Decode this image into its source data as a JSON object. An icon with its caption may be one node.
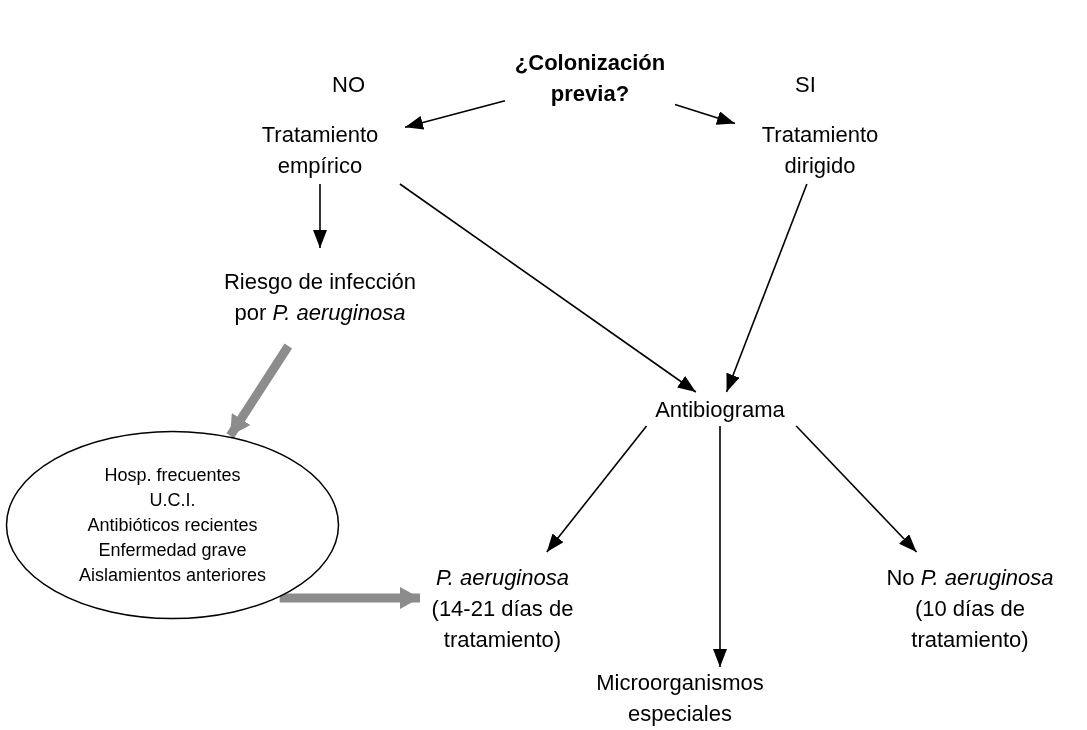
{
  "diagram": {
    "nodes": [
      {
        "text": [
          "¿Colonización previa?"
        ]
      },
      {
        "text": [
          "Tratamiento empírico"
        ]
      },
      {
        "text": [
          "Tratamiento dirigido"
        ]
      },
      {
        "text": [
          "Riesgo de infección por *P. aeruginosa*"
        ]
      },
      {
        "text": [
          "Antibiograma"
        ]
      },
      {
        "text": [
          "Hosp. frecuentes",
          "U.C.I.",
          "Antibióticos recientes",
          "Enfermedad grave",
          "Aislamientos anteriores"
        ]
      },
      {
        "text": [
          "*P. aeruginosa* (14-21 días de tratamiento)"
        ]
      },
      {
        "text": [
          "Microorganismos especiales"
        ]
      },
      {
        "text": [
          "No *P. aeruginosa* (10 días de tratamiento)"
        ]
      }
    ],
    "edges": [
      {
        "from": 0,
        "to": 1,
        "arrow": "to",
        "label": "NO"
      },
      {
        "from": 0,
        "to": 2,
        "arrow": "to",
        "label": "SI"
      },
      {
        "from": 1,
        "to": 3,
        "arrow": "to"
      },
      {
        "from": 1,
        "to": 4,
        "arrow": "to"
      },
      {
        "from": 2,
        "to": 4,
        "arrow": "to"
      },
      {
        "from": 3,
        "to": 5,
        "arrow": "to",
        "style": "thick",
        "color": "#8c8c8c"
      },
      {
        "from": 5,
        "to": 6,
        "arrow": "to",
        "style": "thick",
        "color": "#8c8c8c"
      },
      {
        "from": 4,
        "to": 6,
        "arrow": "to"
      },
      {
        "from": 4,
        "to": 7,
        "arrow": "to"
      },
      {
        "from": 4,
        "to": 8,
        "arrow": "to"
      }
    ]
  }
}
